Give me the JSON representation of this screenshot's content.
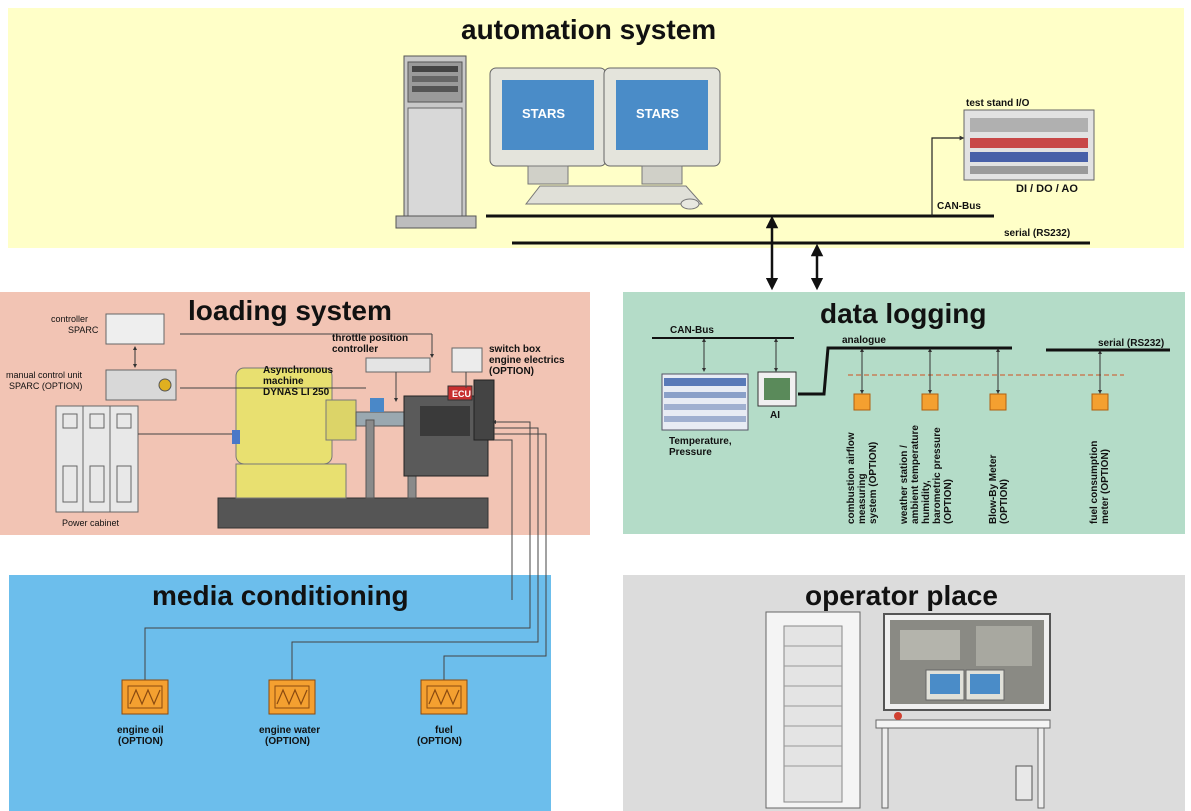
{
  "colors": {
    "automation": "#ffffc8",
    "loading": "#f2c4b4",
    "data_logging": "#b4dcc8",
    "media": "#6cbeec",
    "operator": "#dcdcdc",
    "sensor_box": "#f4a030",
    "heat_exchanger": "#f4a030"
  },
  "automation_system": {
    "title": "automation system",
    "screen_logo": "STARS",
    "test_stand_io": "test stand I/O",
    "di_do_ao": "DI / DO / AO",
    "can_bus": "CAN-Bus",
    "serial": "serial (RS232)"
  },
  "loading_system": {
    "title": "loading system",
    "controller": [
      "controller",
      "SPARC"
    ],
    "manual_control": [
      "manual control unit",
      "SPARC (OPTION)"
    ],
    "power_cabinet": "Power cabinet",
    "throttle": [
      "throttle position",
      "controller"
    ],
    "switch_box": [
      "switch box",
      "engine electrics",
      "(OPTION)"
    ],
    "machine": [
      "Asynchronous",
      "machine",
      "DYNAS LI 250"
    ],
    "ecu": "ECU"
  },
  "data_logging": {
    "title": "data logging",
    "can_bus": "CAN-Bus",
    "analogue": "analogue",
    "serial": "serial (RS232)",
    "temp_pressure": [
      "Temperature,",
      "Pressure"
    ],
    "ai": "AI",
    "sensors": [
      [
        "combustion airflow",
        "measuring",
        "system  (OPTION)"
      ],
      [
        "weather station /",
        "ambient temperature",
        "humidity,",
        "barometric pressure",
        "(OPTION)"
      ],
      [
        "Blow-By Meter",
        "(OPTION)"
      ],
      [
        "fuel consumption",
        "meter (OPTION)"
      ]
    ]
  },
  "media_conditioning": {
    "title": "media conditioning",
    "units": [
      [
        "engine oil",
        "(OPTION)"
      ],
      [
        "engine water",
        "(OPTION)"
      ],
      [
        "fuel",
        "(OPTION)"
      ]
    ]
  },
  "operator_place": {
    "title": "operator place"
  }
}
